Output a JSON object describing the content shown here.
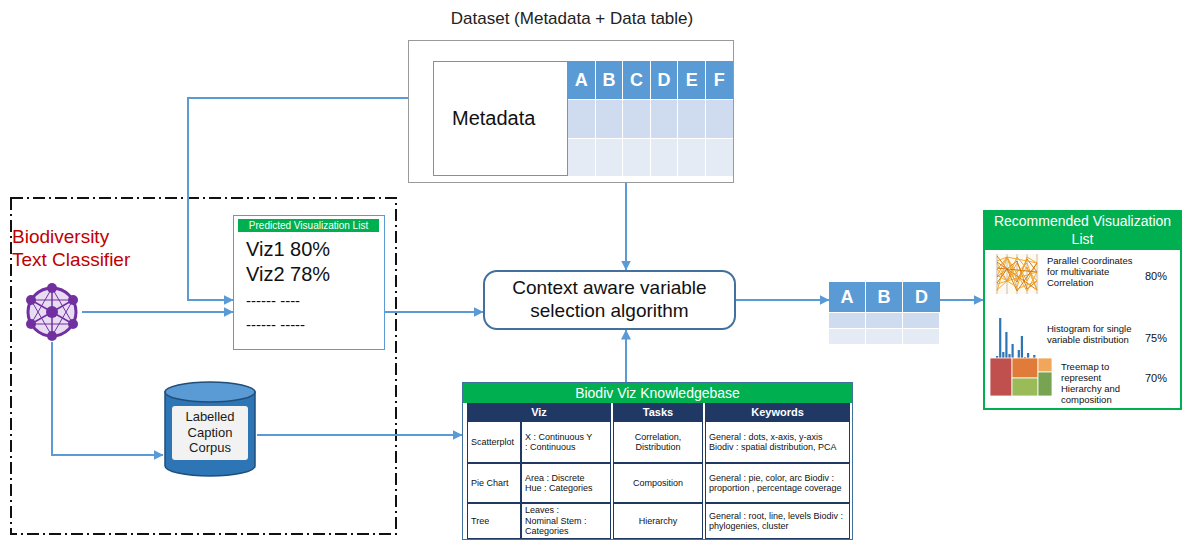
{
  "diagram": {
    "nodes": [
      {
        "text": [
          "Dataset (Metadata + Data table)"
        ]
      },
      {
        "text": [
          "Metadata"
        ],
        "in": 0
      },
      {
        "text": [
          "Biodiversity Text Classifier"
        ]
      },
      {
        "text": [
          "Predicted Visualization List",
          "Viz1 80%",
          "Viz2 78%",
          "------ ----",
          "------ -----"
        ]
      },
      {
        "text": [
          "Labelled Caption Corpus"
        ]
      },
      {
        "text": [
          "Context aware variable selection algorithm"
        ]
      },
      {
        "text": [
          "Biodiv Viz Knowledgebase"
        ]
      },
      {
        "text": [
          "A",
          "B",
          "D"
        ]
      },
      {
        "text": [
          "Recommended Visualization List",
          "Parallel Coordinates for multivariate Correlation",
          "80%",
          "Histogram for single variable distribution",
          "75%",
          "Treemap to represent Hierarchy and composition",
          "70%"
        ]
      }
    ],
    "edges": [
      {
        "from": 1,
        "to": 3,
        "arrow": "to"
      },
      {
        "from": 2,
        "to": 3,
        "arrow": "to"
      },
      {
        "from": 2,
        "to": 4,
        "arrow": "to"
      },
      {
        "from": 3,
        "to": 5,
        "arrow": "to"
      },
      {
        "from": 0,
        "to": 5,
        "arrow": "to"
      },
      {
        "from": 4,
        "to": 6,
        "arrow": "to"
      },
      {
        "from": 6,
        "to": 5,
        "arrow": "to"
      },
      {
        "from": 5,
        "to": 7,
        "arrow": "to"
      },
      {
        "from": 7,
        "to": 8,
        "arrow": "to"
      }
    ],
    "labels": [
      "A",
      "B",
      "C",
      "D",
      "E",
      "F",
      "Viz",
      "Tasks",
      "Keywords",
      "Scatterplot",
      "X : Continuous Y : Continuous",
      "Correlation, Distribution",
      "General : dots, x-axis, y-axis Biodiv : spatial distribution, PCA",
      "Pie Chart",
      "Area : Discrete Hue : Categories",
      "Composition",
      "General : pie, color, arc Biodiv : proportion , percentage coverage",
      "Tree",
      "Leaves : Nominal Stem : Categories",
      "Hierarchy",
      "General : root, line, levels Biodiv : phylogenies, cluster"
    ]
  }
}
